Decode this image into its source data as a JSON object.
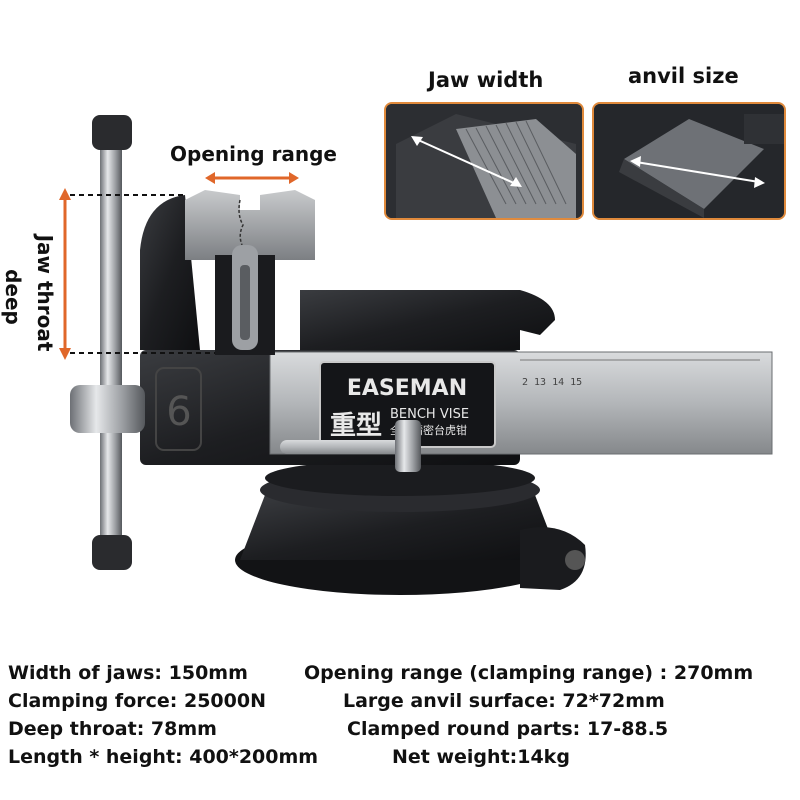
{
  "product": {
    "brand": "EASEMAN",
    "plate_chinese": "重型",
    "plate_title": "BENCH VISE",
    "plate_subtitle": "全钢精密台虎钳",
    "side_number": "6",
    "ruler_marks": "2 13 14 15"
  },
  "callouts": {
    "opening_range": "Opening range",
    "jaw_throat_line1": "Jaw throat",
    "jaw_throat_line2": "deep",
    "jaw_width": "Jaw width",
    "anvil_size": "anvil size"
  },
  "specs": {
    "width_of_jaws": "Width of jaws: 150mm",
    "opening_range": "Opening range (clamping range) : 270mm",
    "clamping_force": "Clamping force:  25000N",
    "anvil_surface": "Large anvil surface:  72*72mm",
    "deep_throat": "Deep throat:  78mm",
    "round_parts": "Clamped round parts:  17-88.5",
    "length_height": "Length * height:  400*200mm",
    "net_weight": "Net weight:14kg"
  },
  "colors": {
    "arrow": "#e0672a",
    "inset_border": "#e08a3c",
    "body": "#1c1d20",
    "steel": "#9a9ea3"
  }
}
